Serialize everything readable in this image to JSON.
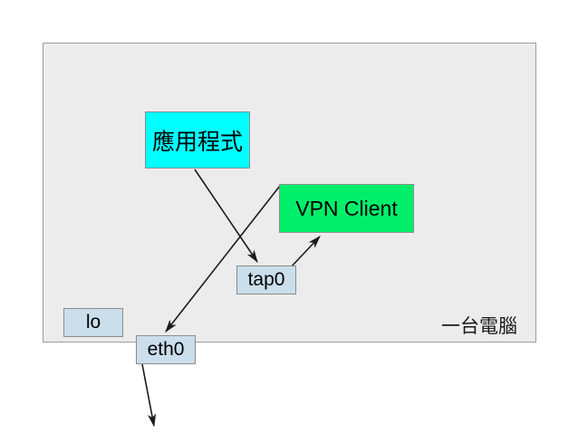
{
  "diagram": {
    "container": {
      "label": "一台電腦",
      "fill": "#ececec",
      "stroke": "#9d9d9d"
    },
    "nodes": {
      "app": {
        "label": "應用程式",
        "fill": "#00ffff"
      },
      "vpn": {
        "label": "VPN Client",
        "fill": "#00ef6b"
      },
      "tap0": {
        "label": "tap0",
        "fill": "#cbdeeb"
      },
      "lo": {
        "label": "lo",
        "fill": "#cbdeeb"
      },
      "eth0": {
        "label": "eth0",
        "fill": "#cbdeeb"
      }
    },
    "arrows": [
      {
        "name": "app-to-tap0",
        "from": "app",
        "to": "tap0"
      },
      {
        "name": "vpn-to-eth0",
        "from": "vpn",
        "to": "eth0"
      },
      {
        "name": "tap0-to-vpn",
        "from": "tap0",
        "to": "vpn"
      },
      {
        "name": "eth0-to-network",
        "from": "eth0",
        "to": "network"
      }
    ],
    "line_color": "#1a1a1a"
  }
}
